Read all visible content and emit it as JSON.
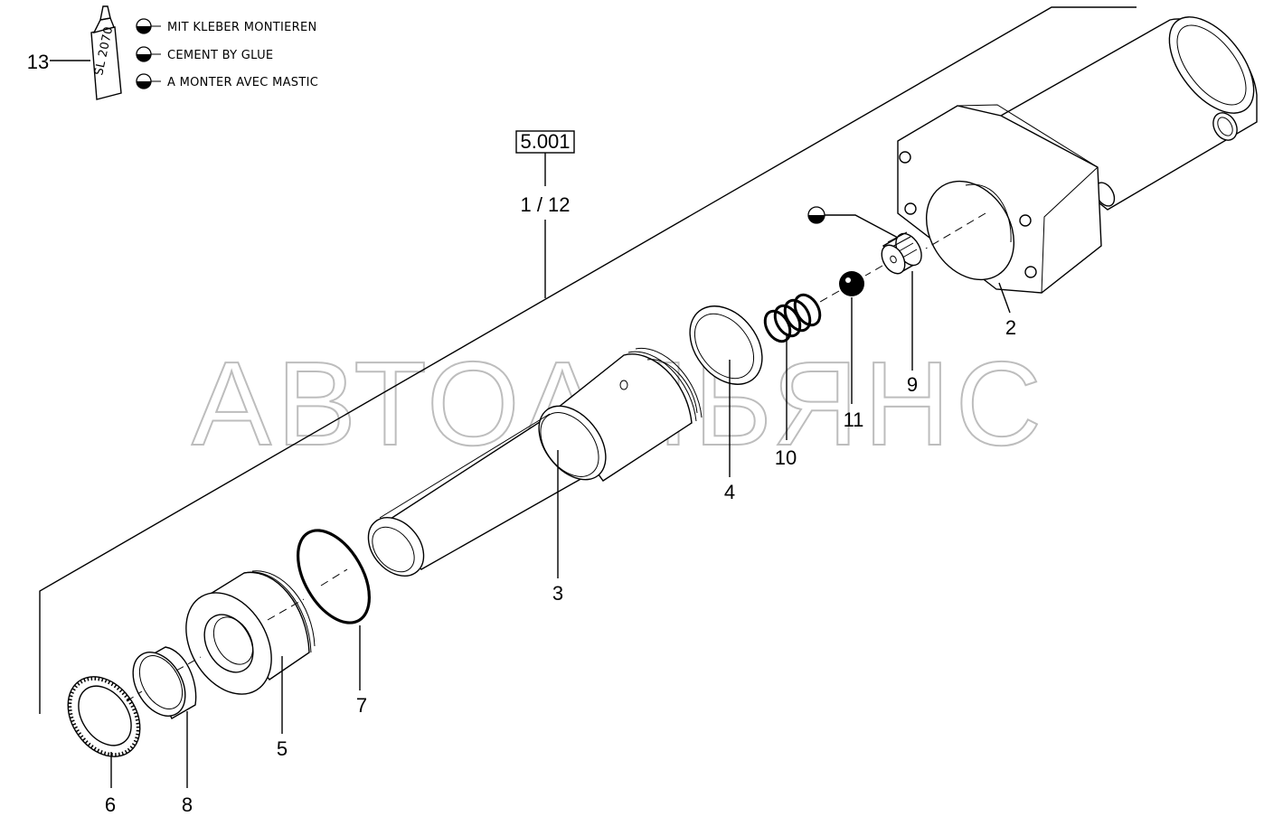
{
  "legend": {
    "items": [
      "MIT KLEBER MONTIEREN",
      "CEMENT BY GLUE",
      "A MONTER AVEC MASTIC"
    ],
    "tube_label": "SL 2070"
  },
  "reference": {
    "box_label": "5.001",
    "range_label": "1 / 12"
  },
  "watermark": "АВТОАЛЬЯНС",
  "parts": {
    "p2": "2",
    "p3": "3",
    "p4": "4",
    "p5": "5",
    "p6": "6",
    "p7": "7",
    "p8": "8",
    "p9": "9",
    "p10": "10",
    "p11": "11",
    "p13": "13"
  }
}
